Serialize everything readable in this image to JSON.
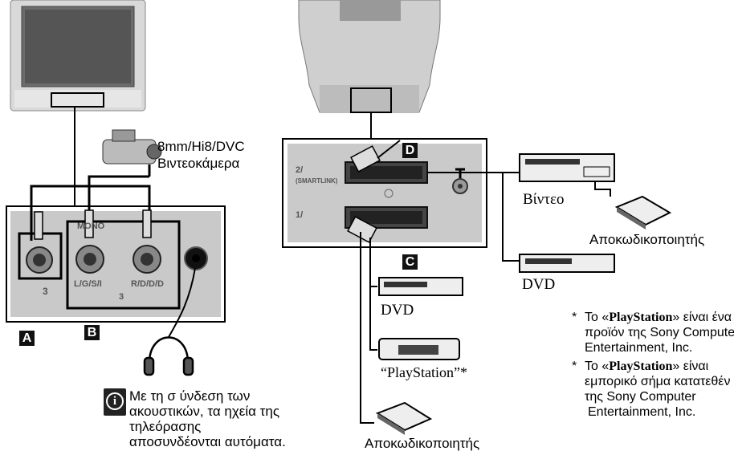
{
  "camcorder": {
    "line1": "8mm/Hi8/DVC",
    "line2": "Βιντεοκάμερα"
  },
  "panel_left": {
    "mono": "MONO",
    "input3": "3",
    "lgsi": "L/G/S/I",
    "rddd": "R/D/D/D",
    "bottom3": "3"
  },
  "labels": {
    "a": "A",
    "b": "B",
    "c": "C",
    "d": "D"
  },
  "note": {
    "line1": "Με τη σ ύνδεση των",
    "line2": "ακουστικών, τα ηχεία της",
    "line3": "τηλεόρασης",
    "line4": "αποσυνδέονται αυτόματα."
  },
  "panel_right": {
    "scart2": "2/",
    "smartlink": "(SMARTLINK)",
    "scart1": "1/"
  },
  "devices": {
    "vcr": "Βίντεο",
    "decoder_top": "Αποκωδικοποιητής",
    "dvd_right": "DVD",
    "dvd_bottom": "DVD",
    "playstation": "“PlayStation”*",
    "decoder_bottom": "Αποκωδικοποιητής"
  },
  "footnotes": {
    "f1_star": "*",
    "f1_l1_pre": "Το «",
    "f1_l1_brand": "PlayStation",
    "f1_l1_post": "» είναι ένα",
    "f1_l2": "προϊόν της Sony Computer",
    "f1_l3": "Entertainment, Inc.",
    "f2_star": "*",
    "f2_l1_pre": "Το «",
    "f2_l1_brand": "PlayStation",
    "f2_l1_post": "» είναι",
    "f2_l2": "εμπορικό σήμα κατατεθέν",
    "f2_l3": "της Sony Computer",
    "f2_l4": "Entertainment, Inc."
  }
}
